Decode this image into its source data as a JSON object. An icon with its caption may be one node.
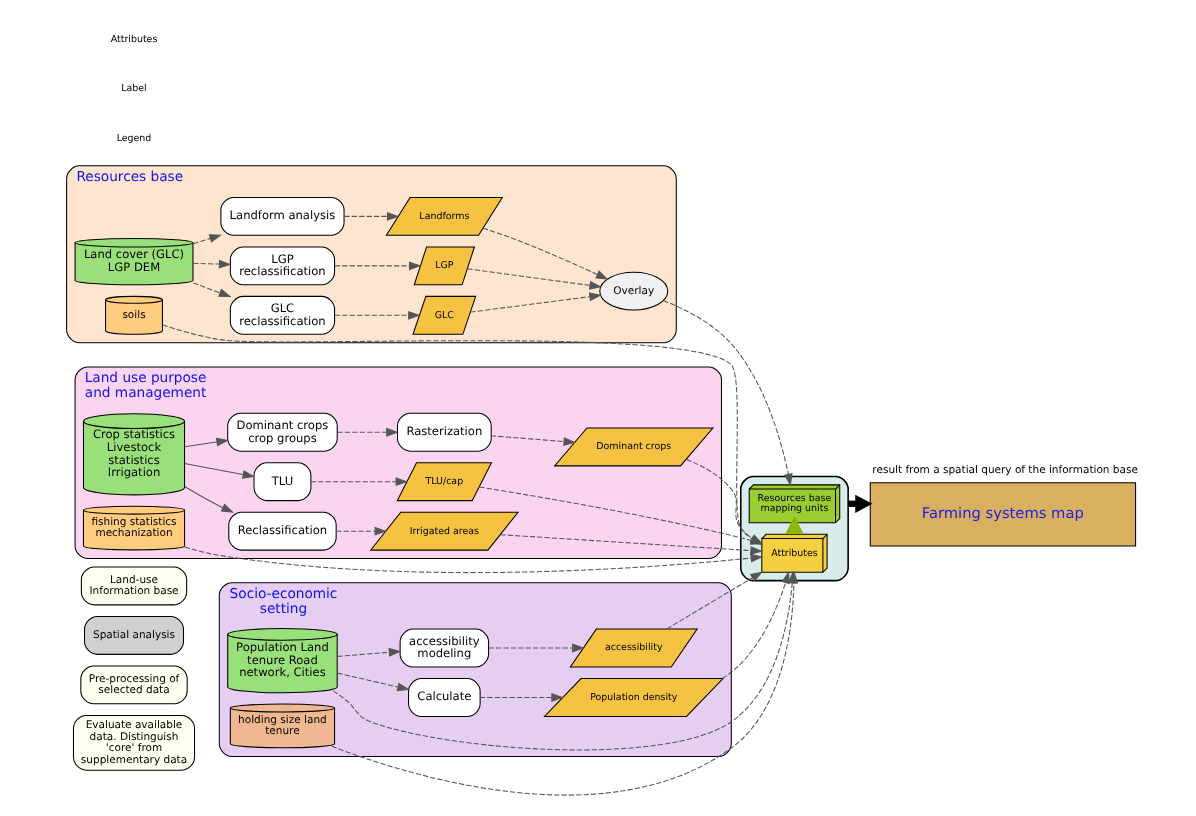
{
  "diagram": {
    "nodes": [
      {
        "text": [
          "Evaluate available data. Distinguish 'core' from supplementary data"
        ]
      },
      {
        "text": [
          "Pre-processing of selected data"
        ]
      },
      {
        "text": [
          "Spatial analysis"
        ]
      },
      {
        "text": [
          "Land-use Information base"
        ]
      },
      {
        "text": [
          "Resources base"
        ]
      },
      {
        "text": [
          "Land cover (GLC) LGP DEM"
        ],
        "in": 4
      },
      {
        "text": [
          "soils"
        ],
        "in": 4
      },
      {
        "text": [
          "GLC reclassification"
        ],
        "in": 4
      },
      {
        "text": [
          "LGP reclassification"
        ],
        "in": 4
      },
      {
        "text": [
          "Landform analysis"
        ],
        "in": 4
      },
      {
        "text": [
          "GLC"
        ],
        "in": 4
      },
      {
        "text": [
          "LGP"
        ],
        "in": 4
      },
      {
        "text": [
          "Landforms"
        ],
        "in": 4
      },
      {
        "text": [
          "Overlay"
        ],
        "in": 4
      },
      {
        "text": [
          "Land use purpose and management"
        ]
      },
      {
        "text": [
          "Crop statistics Livestock statistics Irrigation"
        ],
        "in": 14
      },
      {
        "text": [
          "fishing statistics mechanization"
        ],
        "in": 14
      },
      {
        "text": [
          "Dominant crops crop groups"
        ],
        "in": 14
      },
      {
        "text": [
          "Rasterization"
        ],
        "in": 14
      },
      {
        "text": [
          "TLU"
        ],
        "in": 14
      },
      {
        "text": [
          "Reclassification"
        ],
        "in": 14
      },
      {
        "text": [
          "Dominant crops"
        ],
        "in": 14
      },
      {
        "text": [
          "TLU/cap"
        ],
        "in": 14
      },
      {
        "text": [
          "Irrigated areas"
        ],
        "in": 14
      },
      {
        "text": [
          "Socio-economic setting"
        ]
      },
      {
        "text": [
          "Population Land tenure Road network, Cities"
        ],
        "in": 24
      },
      {
        "text": [
          "holding size land tenure"
        ],
        "in": 24
      },
      {
        "text": [
          "Calculate"
        ],
        "in": 24
      },
      {
        "text": [
          "accessibility modeling"
        ],
        "in": 24
      },
      {
        "text": [
          "Population density"
        ],
        "in": 24
      },
      {
        "text": [
          "accessibility"
        ],
        "in": 24
      },
      {
        "text": [],
        "shape": "box"
      },
      {
        "text": [
          "Resources base mapping units"
        ],
        "in": 31
      },
      {
        "text": [
          "Attributes"
        ],
        "in": 31
      },
      {
        "text": [
          "Farming systems map"
        ],
        "beside": [
          "result from a spatial query of the information base"
        ]
      }
    ],
    "edges": [
      {
        "from": 5,
        "to": 7,
        "arrow": "to",
        "style": "dashed"
      },
      {
        "from": 5,
        "to": 8,
        "arrow": "to",
        "style": "dashed"
      },
      {
        "from": 5,
        "to": 9,
        "arrow": "to",
        "style": "dashed"
      },
      {
        "from": 7,
        "to": 10,
        "arrow": "to",
        "style": "dashed"
      },
      {
        "from": 8,
        "to": 11,
        "arrow": "to",
        "style": "dashed"
      },
      {
        "from": 9,
        "to": 12,
        "arrow": "to",
        "style": "dashed"
      },
      {
        "from": 10,
        "to": 13,
        "arrow": "to",
        "style": "dashed"
      },
      {
        "from": 11,
        "to": 13,
        "arrow": "to",
        "style": "dashed"
      },
      {
        "from": 12,
        "to": 13,
        "arrow": "to",
        "style": "dashed"
      },
      {
        "from": 13,
        "to": 32,
        "arrow": "to",
        "style": "dashed"
      },
      {
        "from": 6,
        "to": 33,
        "arrow": "to",
        "style": "dashed"
      },
      {
        "from": 15,
        "to": 17,
        "arrow": "to"
      },
      {
        "from": 15,
        "to": 19,
        "arrow": "to"
      },
      {
        "from": 15,
        "to": 20,
        "arrow": "to"
      },
      {
        "from": 17,
        "to": 18,
        "arrow": "to",
        "style": "dashed"
      },
      {
        "from": 18,
        "to": 21,
        "arrow": "to",
        "style": "dashed"
      },
      {
        "from": 19,
        "to": 22,
        "arrow": "to",
        "style": "dashed"
      },
      {
        "from": 20,
        "to": 23,
        "arrow": "to",
        "style": "dashed"
      },
      {
        "from": 21,
        "to": 33,
        "arrow": "to",
        "style": "dashed"
      },
      {
        "from": 22,
        "to": 33,
        "arrow": "to",
        "style": "dashed"
      },
      {
        "from": 23,
        "to": 33,
        "arrow": "to",
        "style": "dashed"
      },
      {
        "from": 16,
        "to": 33,
        "arrow": "to",
        "style": "dashed"
      },
      {
        "from": 25,
        "to": 27,
        "arrow": "to",
        "style": "dashed"
      },
      {
        "from": 25,
        "to": 28,
        "arrow": "to",
        "style": "dashed"
      },
      {
        "from": 27,
        "to": 29,
        "arrow": "to",
        "style": "dashed"
      },
      {
        "from": 28,
        "to": 30,
        "arrow": "to",
        "style": "dashed"
      },
      {
        "from": 29,
        "to": 33,
        "arrow": "to",
        "style": "dashed"
      },
      {
        "from": 30,
        "to": 33,
        "arrow": "to",
        "style": "dashed"
      },
      {
        "from": 25,
        "to": 33,
        "arrow": "to",
        "style": "dashed"
      },
      {
        "from": 26,
        "to": 33,
        "arrow": "to",
        "style": "dashed"
      },
      {
        "from": 33,
        "to": 32,
        "arrow": "to",
        "style": "thick",
        "color": "#8db600"
      },
      {
        "from": 31,
        "to": 34,
        "arrow": "to",
        "style": "thick",
        "color": "#000000"
      }
    ],
    "labels": [
      "Legend",
      "Label",
      "Attributes"
    ]
  }
}
